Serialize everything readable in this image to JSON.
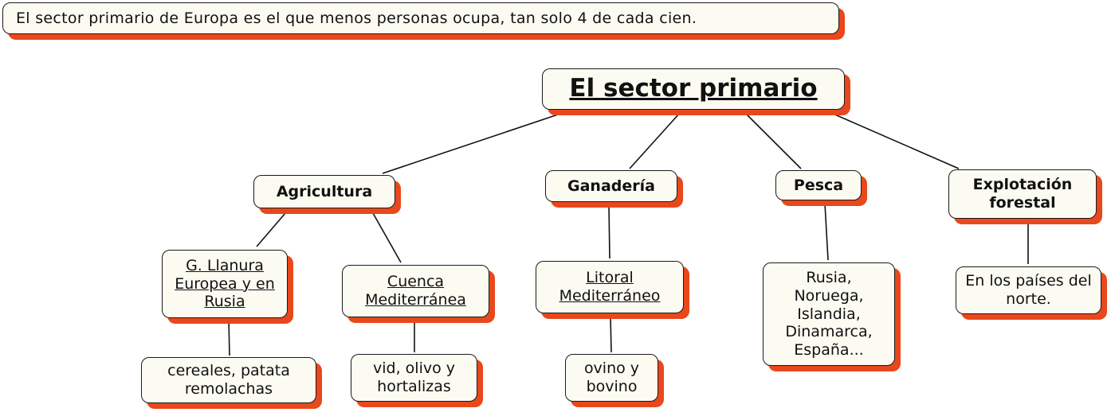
{
  "caption": "El sector primario de Europa es el que menos personas ocupa, tan solo 4 de cada cien.",
  "root": "El sector primario",
  "categories": {
    "agricultura": "Agricultura",
    "ganaderia": "Ganadería",
    "pesca": "Pesca",
    "forestal": "Explotación forestal"
  },
  "regions": {
    "llanura": "G. Llanura Europea y en Rusia",
    "cuenca": "Cuenca Mediterránea",
    "litoral": "Litoral Mediterráneo",
    "pesca_paises": "Rusia, Noruega, Islandia, Dinamarca, España...",
    "norte": "En los países del norte."
  },
  "products": {
    "cereales": "cereales, patata remolachas",
    "vid": "vid, olivo y hortalizas",
    "ovino": "ovino y bovino"
  },
  "colors": {
    "shadow": "#e8481b",
    "box_fill": "#fcfbf2",
    "border": "#1a1a1a"
  }
}
